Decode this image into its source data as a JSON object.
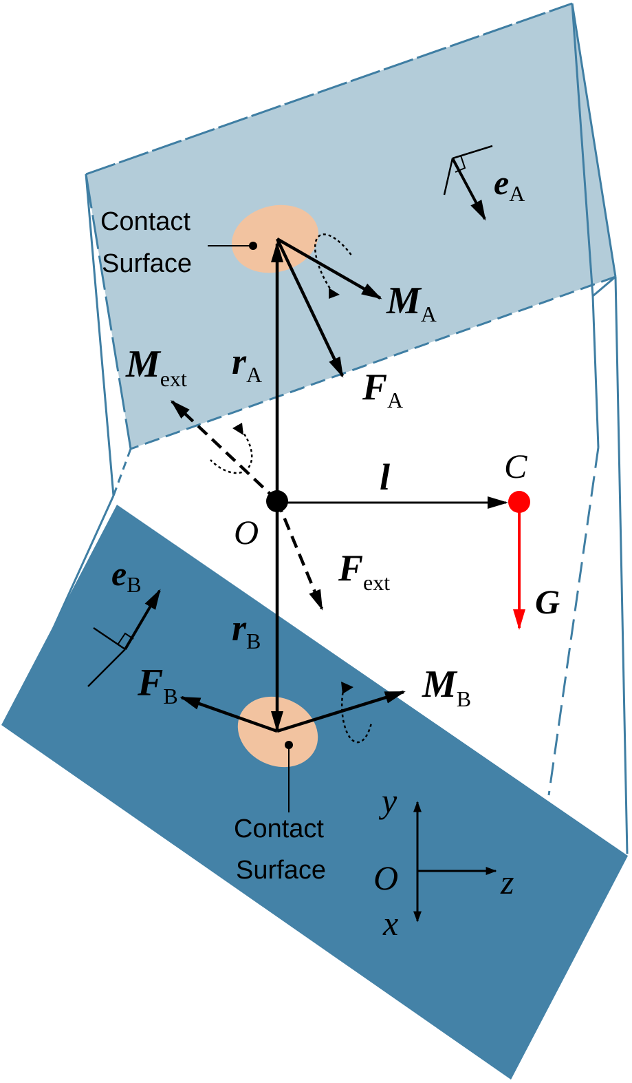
{
  "colors": {
    "plate_a_fill": "#b3ccd9",
    "plate_b_fill": "#4482a7",
    "edge": "#3f7ea3",
    "contact": "#f2c3a0",
    "gravity": "#ff0000"
  },
  "labels": {
    "contact_surface_a": {
      "line1": "Contact",
      "line2": "Surface"
    },
    "contact_surface_b": {
      "line1": "Contact",
      "line2": "Surface"
    },
    "e_a": {
      "main": "e",
      "sub": "A"
    },
    "e_b": {
      "main": "e",
      "sub": "B"
    },
    "m_a": {
      "main": "M",
      "sub": "A"
    },
    "m_b": {
      "main": "M",
      "sub": "B"
    },
    "m_ext": {
      "main": "M",
      "sub": "ext"
    },
    "f_a": {
      "main": "F",
      "sub": "A"
    },
    "f_b": {
      "main": "F",
      "sub": "B"
    },
    "f_ext": {
      "main": "F",
      "sub": "ext"
    },
    "r_a": {
      "main": "r",
      "sub": "A"
    },
    "r_b": {
      "main": "r",
      "sub": "B"
    },
    "l": "l",
    "c": "C",
    "o": "O",
    "g": "G"
  },
  "axes": {
    "y": "y",
    "z": "z",
    "x": "x",
    "origin": "O"
  }
}
